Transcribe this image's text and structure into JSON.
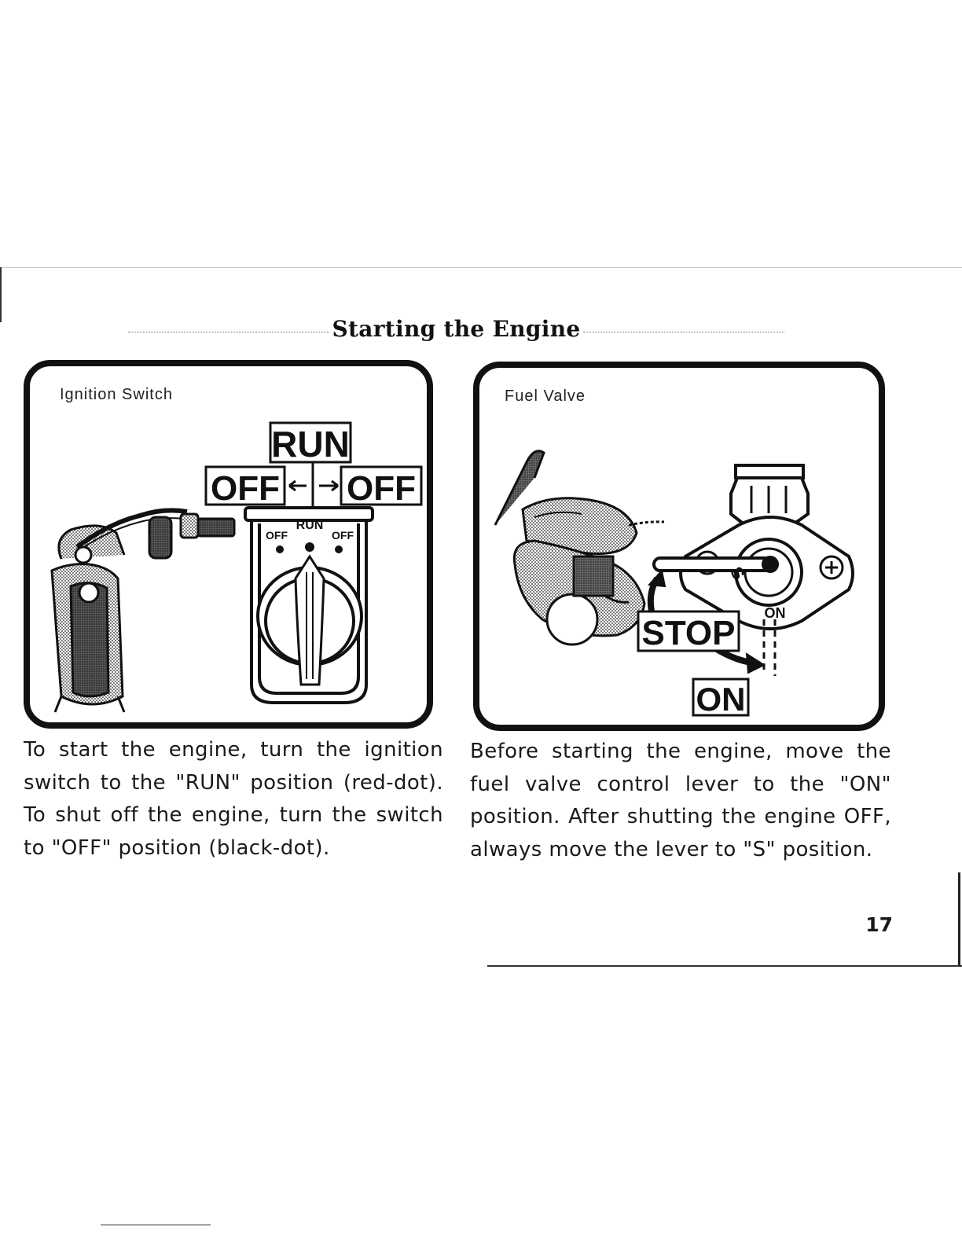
{
  "page": {
    "title": "Starting the Engine",
    "page_number": "17"
  },
  "ignition_panel": {
    "label": "Ignition Switch",
    "callout_run": "RUN",
    "callout_off_left": "OFF",
    "callout_off_right": "OFF",
    "dial_run": "RUN",
    "dial_off_left": "OFF",
    "dial_off_right": "OFF",
    "icon": "ignition-switch-icon"
  },
  "fuel_panel": {
    "label": "Fuel Valve",
    "callout_stop": "STOP",
    "callout_on": "ON",
    "valve_s": "S",
    "valve_on": "ON",
    "icon": "fuel-valve-icon"
  },
  "instructions": {
    "ignition_text": "To start the engine, turn the ignition switch to the \"RUN\" position (red-dot). To shut off the engine, turn the switch to \"OFF\" position (black-dot).",
    "fuel_text": "Before starting the engine, move the fuel valve control lever to the \"ON\" position. After shutting the engine OFF, always move the lever to \"S\" position."
  }
}
